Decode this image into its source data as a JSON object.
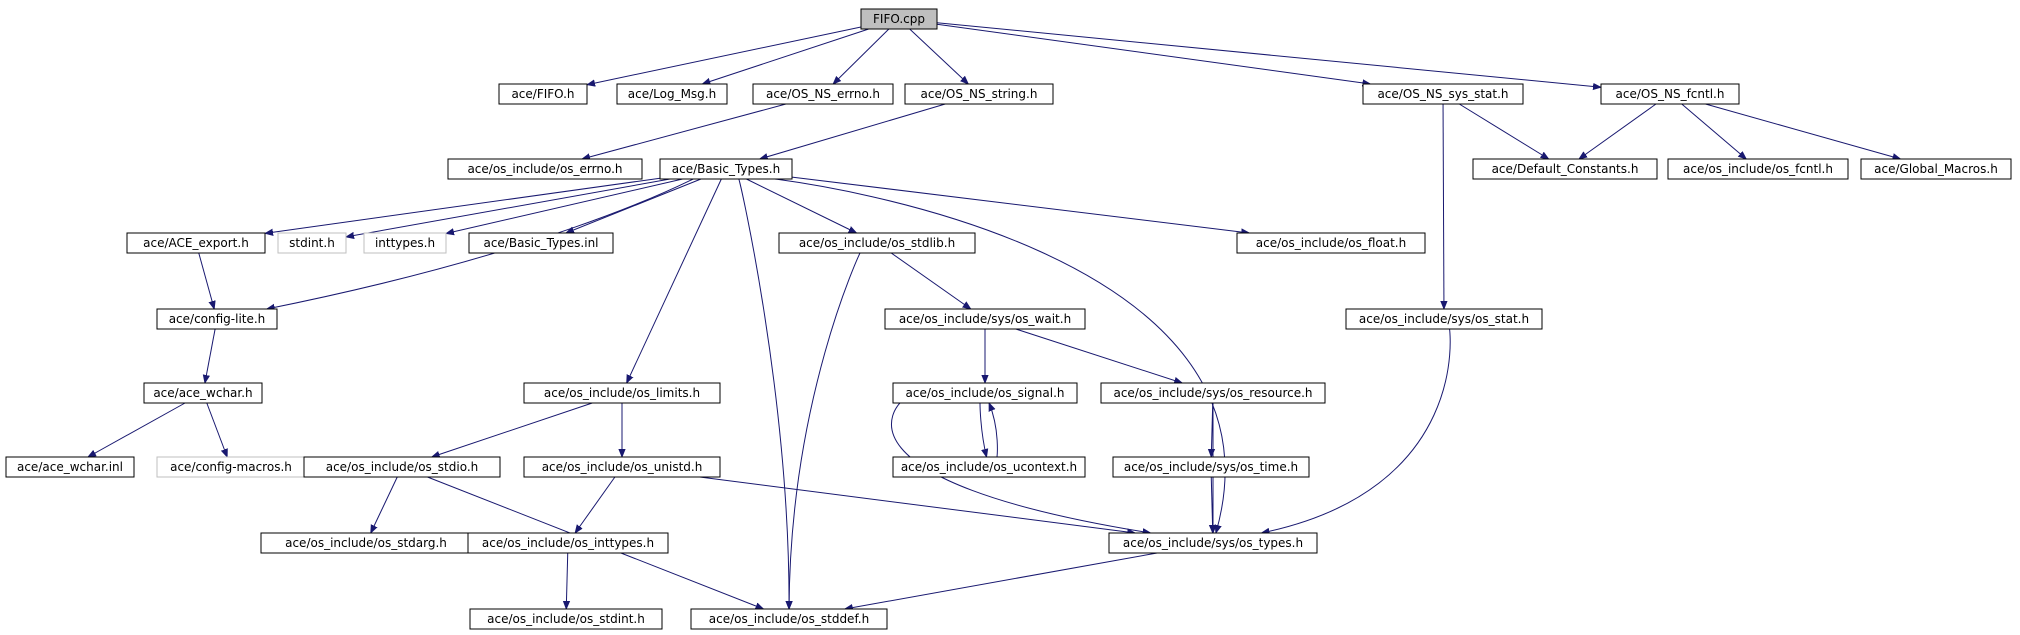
{
  "diagram": {
    "nodes": [
      {
        "id": "fifo_cpp",
        "label": "FIFO.cpp",
        "style": "root"
      },
      {
        "id": "fifo_h",
        "label": "ace/FIFO.h"
      },
      {
        "id": "log_msg",
        "label": "ace/Log_Msg.h"
      },
      {
        "id": "ns_errno",
        "label": "ace/OS_NS_errno.h"
      },
      {
        "id": "ns_string",
        "label": "ace/OS_NS_string.h"
      },
      {
        "id": "ns_sys_stat",
        "label": "ace/OS_NS_sys_stat.h"
      },
      {
        "id": "ns_fcntl",
        "label": "ace/OS_NS_fcntl.h"
      },
      {
        "id": "os_errno",
        "label": "ace/os_include/os_errno.h"
      },
      {
        "id": "basic_types",
        "label": "ace/Basic_Types.h"
      },
      {
        "id": "default_constants",
        "label": "ace/Default_Constants.h"
      },
      {
        "id": "os_fcntl",
        "label": "ace/os_include/os_fcntl.h"
      },
      {
        "id": "global_macros",
        "label": "ace/Global_Macros.h"
      },
      {
        "id": "ace_export",
        "label": "ace/ACE_export.h"
      },
      {
        "id": "stdint_h",
        "label": "stdint.h",
        "style": "missing"
      },
      {
        "id": "inttypes_h",
        "label": "inttypes.h",
        "style": "missing"
      },
      {
        "id": "basic_types_inl",
        "label": "ace/Basic_Types.inl"
      },
      {
        "id": "os_stdlib",
        "label": "ace/os_include/os_stdlib.h"
      },
      {
        "id": "os_float",
        "label": "ace/os_include/os_float.h"
      },
      {
        "id": "config_lite",
        "label": "ace/config-lite.h"
      },
      {
        "id": "sys_os_wait",
        "label": "ace/os_include/sys/os_wait.h"
      },
      {
        "id": "sys_os_stat",
        "label": "ace/os_include/sys/os_stat.h"
      },
      {
        "id": "ace_wchar",
        "label": "ace/ace_wchar.h"
      },
      {
        "id": "os_limits",
        "label": "ace/os_include/os_limits.h"
      },
      {
        "id": "os_signal",
        "label": "ace/os_include/os_signal.h"
      },
      {
        "id": "sys_os_resource",
        "label": "ace/os_include/sys/os_resource.h"
      },
      {
        "id": "ace_wchar_inl",
        "label": "ace/ace_wchar.inl"
      },
      {
        "id": "config_macros",
        "label": "ace/config-macros.h",
        "style": "missing"
      },
      {
        "id": "os_stdio",
        "label": "ace/os_include/os_stdio.h"
      },
      {
        "id": "os_unistd",
        "label": "ace/os_include/os_unistd.h"
      },
      {
        "id": "os_ucontext",
        "label": "ace/os_include/os_ucontext.h"
      },
      {
        "id": "sys_os_time",
        "label": "ace/os_include/sys/os_time.h"
      },
      {
        "id": "os_stdarg",
        "label": "ace/os_include/os_stdarg.h"
      },
      {
        "id": "os_inttypes",
        "label": "ace/os_include/os_inttypes.h"
      },
      {
        "id": "sys_os_types",
        "label": "ace/os_include/sys/os_types.h"
      },
      {
        "id": "os_stdint",
        "label": "ace/os_include/os_stdint.h"
      },
      {
        "id": "os_stddef",
        "label": "ace/os_include/os_stddef.h"
      }
    ],
    "edges": [
      {
        "from": "fifo_cpp",
        "to": "fifo_h"
      },
      {
        "from": "fifo_cpp",
        "to": "log_msg"
      },
      {
        "from": "fifo_cpp",
        "to": "ns_errno"
      },
      {
        "from": "fifo_cpp",
        "to": "ns_string"
      },
      {
        "from": "fifo_cpp",
        "to": "ns_sys_stat"
      },
      {
        "from": "fifo_cpp",
        "to": "ns_fcntl"
      },
      {
        "from": "ns_errno",
        "to": "os_errno"
      },
      {
        "from": "ns_string",
        "to": "basic_types"
      },
      {
        "from": "ns_sys_stat",
        "to": "default_constants"
      },
      {
        "from": "ns_sys_stat",
        "to": "sys_os_stat"
      },
      {
        "from": "ns_fcntl",
        "to": "default_constants"
      },
      {
        "from": "ns_fcntl",
        "to": "os_fcntl"
      },
      {
        "from": "ns_fcntl",
        "to": "global_macros"
      },
      {
        "from": "basic_types",
        "to": "ace_export"
      },
      {
        "from": "basic_types",
        "to": "stdint_h"
      },
      {
        "from": "basic_types",
        "to": "inttypes_h"
      },
      {
        "from": "basic_types",
        "to": "basic_types_inl"
      },
      {
        "from": "basic_types",
        "to": "os_stdlib"
      },
      {
        "from": "basic_types",
        "to": "os_float"
      },
      {
        "from": "basic_types",
        "to": "config_lite"
      },
      {
        "from": "basic_types",
        "to": "os_limits"
      },
      {
        "from": "basic_types",
        "to": "os_stddef"
      },
      {
        "from": "basic_types",
        "to": "sys_os_types"
      },
      {
        "from": "ace_export",
        "to": "config_lite"
      },
      {
        "from": "config_lite",
        "to": "ace_wchar"
      },
      {
        "from": "ace_wchar",
        "to": "ace_wchar_inl"
      },
      {
        "from": "ace_wchar",
        "to": "config_macros"
      },
      {
        "from": "os_stdlib",
        "to": "sys_os_wait"
      },
      {
        "from": "os_stdlib",
        "to": "os_stddef"
      },
      {
        "from": "sys_os_wait",
        "to": "os_signal"
      },
      {
        "from": "sys_os_wait",
        "to": "sys_os_resource"
      },
      {
        "from": "os_signal",
        "to": "os_ucontext"
      },
      {
        "from": "os_ucontext",
        "to": "os_signal"
      },
      {
        "from": "os_signal",
        "to": "sys_os_types"
      },
      {
        "from": "sys_os_resource",
        "to": "sys_os_time"
      },
      {
        "from": "sys_os_resource",
        "to": "sys_os_types"
      },
      {
        "from": "sys_os_time",
        "to": "sys_os_types"
      },
      {
        "from": "sys_os_stat",
        "to": "sys_os_types"
      },
      {
        "from": "os_limits",
        "to": "os_stdio"
      },
      {
        "from": "os_limits",
        "to": "os_unistd"
      },
      {
        "from": "os_stdio",
        "to": "os_stdarg"
      },
      {
        "from": "os_stdio",
        "to": "os_stddef"
      },
      {
        "from": "os_unistd",
        "to": "os_inttypes"
      },
      {
        "from": "os_unistd",
        "to": "sys_os_types"
      },
      {
        "from": "os_inttypes",
        "to": "os_stdint"
      },
      {
        "from": "sys_os_types",
        "to": "os_stddef"
      }
    ]
  }
}
